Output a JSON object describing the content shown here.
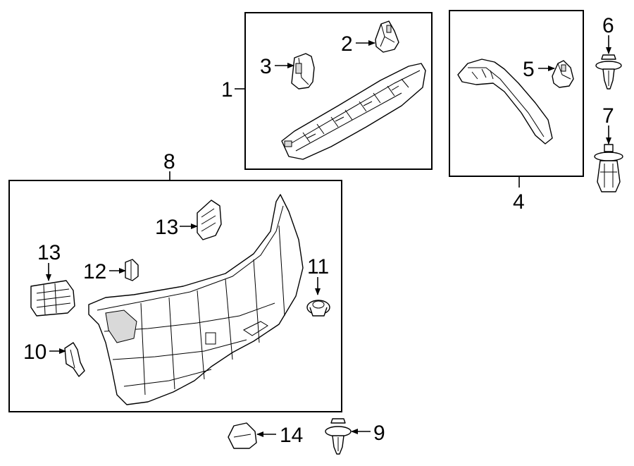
{
  "diagram": {
    "callouts": {
      "c1": "1",
      "c2": "2",
      "c3": "3",
      "c4": "4",
      "c5": "5",
      "c6": "6",
      "c7": "7",
      "c8": "8",
      "c9": "9",
      "c10": "10",
      "c11": "11",
      "c12": "12",
      "c13a": "13",
      "c13b": "13",
      "c14": "14"
    }
  }
}
